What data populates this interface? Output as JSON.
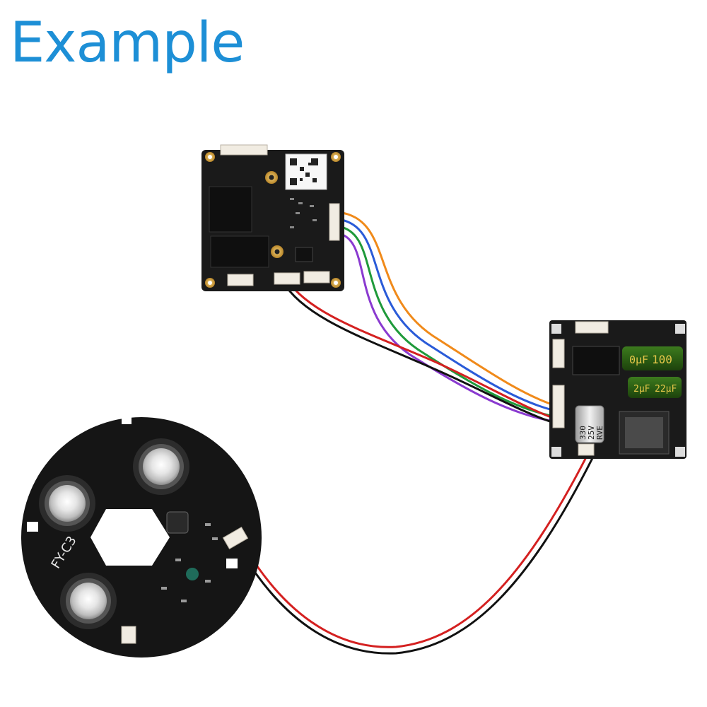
{
  "heading": "Example",
  "labels": {
    "ir_board_marking": "FY-C3",
    "cap_large_value": "100",
    "cap_large_unit": "0μF",
    "cap_small_value": "22μF",
    "cap_small_prefix": "2μF",
    "cap_round_line1": "330",
    "cap_round_line2": "25V",
    "cap_round_line3": "RVE"
  },
  "colors": {
    "heading": "#1d8fd6",
    "pcb": "#1a1a1a",
    "wire_red": "#d42020",
    "wire_black": "#111111",
    "wire_orange": "#f08a1a",
    "wire_blue": "#2a5bd8",
    "wire_green": "#1f9a3a",
    "wire_purple": "#8a3ad0"
  }
}
